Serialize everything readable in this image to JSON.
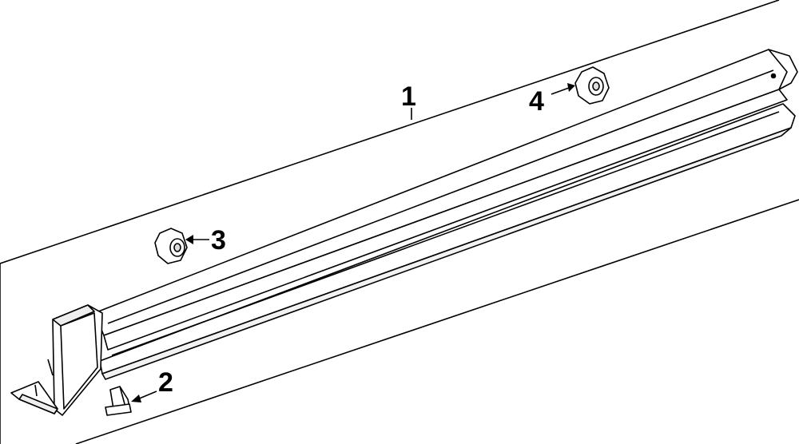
{
  "diagram": {
    "callouts": [
      {
        "id": "1",
        "label": "1"
      },
      {
        "id": "2",
        "label": "2"
      },
      {
        "id": "3",
        "label": "3"
      },
      {
        "id": "4",
        "label": "4"
      }
    ],
    "colors": {
      "line": "#000000",
      "part_fill": "#ffffff",
      "shade": "#e6e6e6",
      "background": "#ffffff"
    }
  }
}
